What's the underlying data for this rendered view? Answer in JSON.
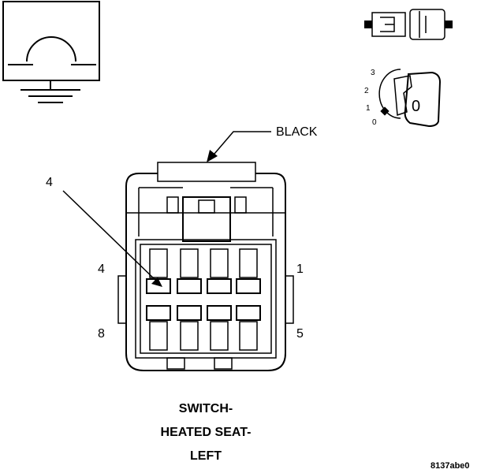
{
  "callout_color": "BLACK",
  "callout_pin": "4",
  "pin_labels": {
    "top_left": "4",
    "top_right": "1",
    "bottom_left": "8",
    "bottom_right": "5"
  },
  "title_lines": [
    "SWITCH-",
    "HEATED SEAT-",
    "LEFT"
  ],
  "key_positions": [
    "3",
    "2",
    "1",
    "0"
  ],
  "key_face": "0",
  "figure_code": "8137abe0"
}
